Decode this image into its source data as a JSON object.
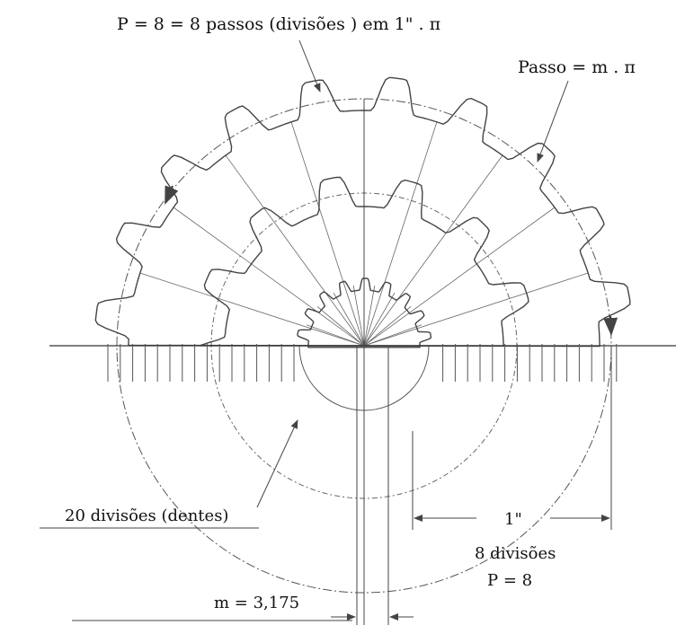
{
  "labels": {
    "top_formula": "P = 8 = 8 passos (divisões ) em 1\" . π",
    "passo_formula": "Passo = m . π",
    "twenty_div": "20 divisões (dentes)",
    "one_inch": "1\"",
    "eight_div": "8 divisões",
    "p_eq": "P = 8",
    "module": "m = 3,175"
  },
  "gears": {
    "large_teeth": 20,
    "medium_teeth": 13,
    "small_teeth": 18
  },
  "colors": {
    "line": "#444444",
    "text": "#111111"
  }
}
